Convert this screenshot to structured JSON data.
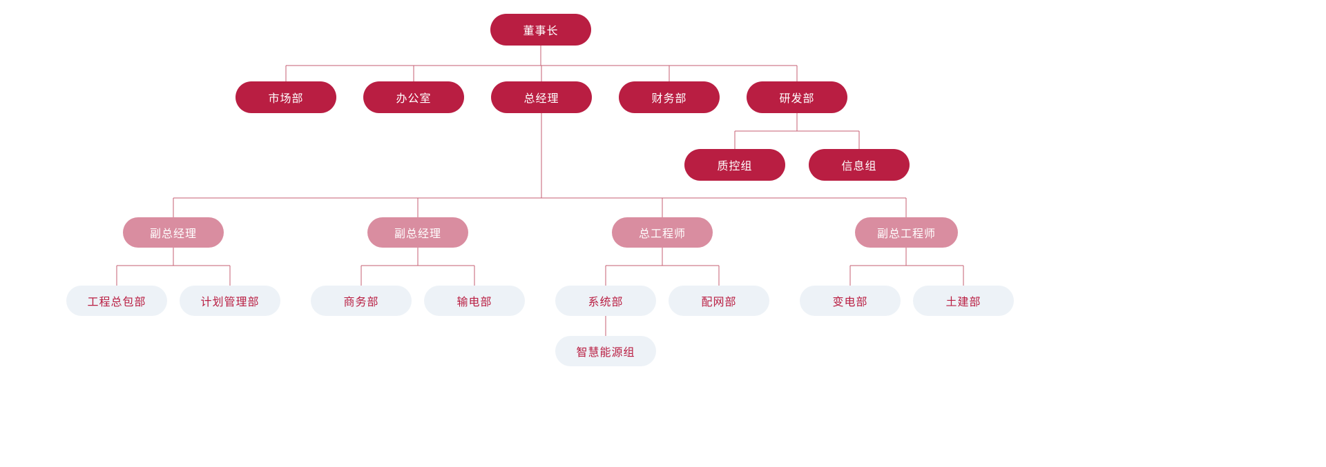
{
  "diagram": {
    "type": "org-chart",
    "colors": {
      "primary": "#B91E42",
      "secondary": "#D98DA0",
      "light": "#EDF2F7",
      "line": "#C65D72",
      "text_on_dark": "#FFFFFF"
    },
    "nodes": [
      {
        "id": "chairman",
        "label": "董事长",
        "tier": "primary",
        "parent": null
      },
      {
        "id": "marketing-dept",
        "label": "市场部",
        "tier": "primary",
        "parent": "chairman"
      },
      {
        "id": "office",
        "label": "办公室",
        "tier": "primary",
        "parent": "chairman"
      },
      {
        "id": "general-manager",
        "label": "总经理",
        "tier": "primary",
        "parent": "chairman"
      },
      {
        "id": "finance-dept",
        "label": "财务部",
        "tier": "primary",
        "parent": "chairman"
      },
      {
        "id": "rnd-dept",
        "label": "研发部",
        "tier": "primary",
        "parent": "chairman"
      },
      {
        "id": "quality-control-group",
        "label": "质控组",
        "tier": "primary",
        "parent": "rnd-dept"
      },
      {
        "id": "information-group",
        "label": "信息组",
        "tier": "primary",
        "parent": "rnd-dept"
      },
      {
        "id": "deputy-gm-1",
        "label": "副总经理",
        "tier": "secondary",
        "parent": "general-manager"
      },
      {
        "id": "deputy-gm-2",
        "label": "副总经理",
        "tier": "secondary",
        "parent": "general-manager"
      },
      {
        "id": "chief-engineer",
        "label": "总工程师",
        "tier": "secondary",
        "parent": "general-manager"
      },
      {
        "id": "deputy-chief-engineer",
        "label": "副总工程师",
        "tier": "secondary",
        "parent": "general-manager"
      },
      {
        "id": "epc-dept",
        "label": "工程总包部",
        "tier": "light",
        "parent": "deputy-gm-1"
      },
      {
        "id": "planning-dept",
        "label": "计划管理部",
        "tier": "light",
        "parent": "deputy-gm-1"
      },
      {
        "id": "commerce-dept",
        "label": "商务部",
        "tier": "light",
        "parent": "deputy-gm-2"
      },
      {
        "id": "transmission-dept",
        "label": "输电部",
        "tier": "light",
        "parent": "deputy-gm-2"
      },
      {
        "id": "system-dept",
        "label": "系统部",
        "tier": "light",
        "parent": "chief-engineer"
      },
      {
        "id": "distribution-dept",
        "label": "配网部",
        "tier": "light",
        "parent": "chief-engineer"
      },
      {
        "id": "substation-dept",
        "label": "变电部",
        "tier": "light",
        "parent": "deputy-chief-engineer"
      },
      {
        "id": "civil-dept",
        "label": "土建部",
        "tier": "light",
        "parent": "deputy-chief-engineer"
      },
      {
        "id": "smart-energy-group",
        "label": "智慧能源组",
        "tier": "light",
        "parent": "system-dept"
      }
    ]
  }
}
